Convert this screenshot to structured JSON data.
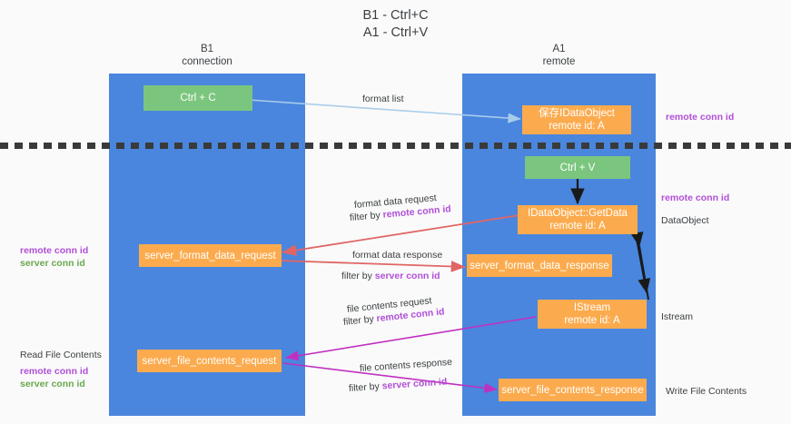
{
  "title": {
    "line1": "B1 - Ctrl+C",
    "line2": "A1 - Ctrl+V"
  },
  "colors": {
    "lane": "#4a86dd",
    "node_green": "#7bc67e",
    "node_orange": "#fbab4e",
    "remote_conn_purple": "#b14fd8",
    "server_conn_green": "#6aa84f",
    "arrow_blue": "#a8cdea",
    "arrow_red": "#e06666",
    "arrow_magenta": "#c030c0",
    "arrow_black": "#1a1a1a",
    "background": "#fafafa"
  },
  "lanes": [
    {
      "id": "b1",
      "header_line1": "B1",
      "header_line2": "connection"
    },
    {
      "id": "a1",
      "header_line1": "A1",
      "header_line2": "remote"
    }
  ],
  "nodes": [
    {
      "id": "ctrl-c",
      "line1": "Ctrl + C",
      "line2": "",
      "style": "green"
    },
    {
      "id": "save-idataobject",
      "line1": "保存IDataObject",
      "line2": "remote id: A",
      "style": "orange"
    },
    {
      "id": "ctrl-v",
      "line1": "Ctrl + V",
      "line2": "",
      "style": "green"
    },
    {
      "id": "getdata",
      "line1": "IDataObject::GetData",
      "line2": "remote id: A",
      "style": "orange"
    },
    {
      "id": "server-format-data-request",
      "line1": "server_format_data_request",
      "line2": "",
      "style": "orange"
    },
    {
      "id": "server-format-data-response",
      "line1": "server_format_data_response",
      "line2": "",
      "style": "orange"
    },
    {
      "id": "istream",
      "line1": "IStream",
      "line2": "remote id: A",
      "style": "orange"
    },
    {
      "id": "server-file-contents-request",
      "line1": "server_file_contents_request",
      "line2": "",
      "style": "orange"
    },
    {
      "id": "server-file-contents-response",
      "line1": "server_file_contents_response",
      "line2": "",
      "style": "orange"
    }
  ],
  "edge_labels": {
    "format_list": "format list",
    "format_data_request": "format data request",
    "format_data_request_filter_prefix": "filter by ",
    "format_data_request_filter_key": "remote conn id",
    "format_data_response": "format data response",
    "format_data_response_filter_prefix": "filter by ",
    "format_data_response_filter_key": "server conn id",
    "file_contents_request": "file contents request",
    "file_contents_request_filter_prefix": "filter by ",
    "file_contents_request_filter_key": "remote conn id",
    "file_contents_response": "file contents response",
    "file_contents_response_filter_prefix": "filter by ",
    "file_contents_response_filter_key": "server conn id"
  },
  "annotations": {
    "right_top_remote_conn_id": "remote conn id",
    "right_mid_remote_conn_id": "remote conn id",
    "right_dataobject": "DataObject",
    "right_istream": "Istream",
    "right_write_file_contents": "Write File Contents",
    "left_mid_remote_conn_id": "remote conn id",
    "left_mid_server_conn_id": "server conn id",
    "left_read_file_contents": "Read File Contents",
    "left_bot_remote_conn_id": "remote conn id",
    "left_bot_server_conn_id": "server conn id"
  }
}
